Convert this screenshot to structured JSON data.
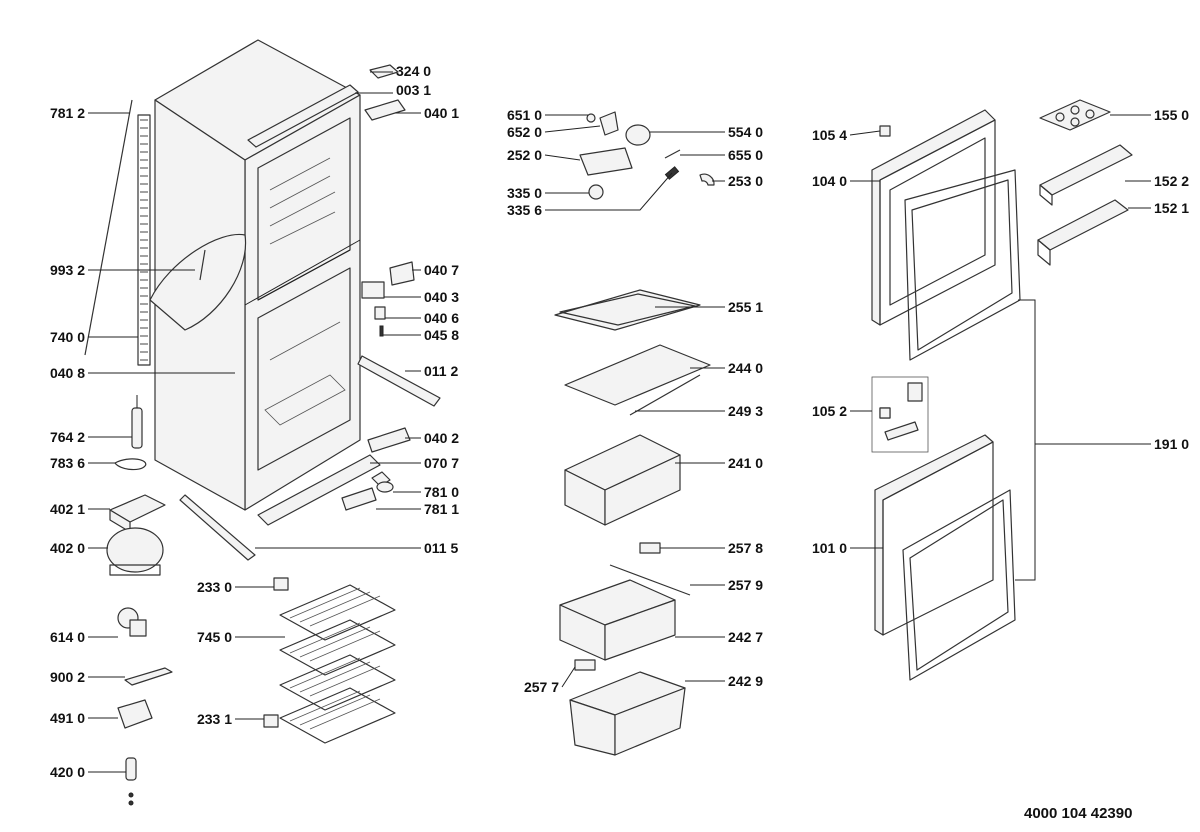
{
  "part_labels": [
    {
      "code": "324 0"
    },
    {
      "code": "003 1"
    },
    {
      "code": "040 1"
    },
    {
      "code": "781 2"
    },
    {
      "code": "993 2"
    },
    {
      "code": "740 0"
    },
    {
      "code": "040 8"
    },
    {
      "code": "764 2"
    },
    {
      "code": "783 6"
    },
    {
      "code": "402 1"
    },
    {
      "code": "402 0"
    },
    {
      "code": "614 0"
    },
    {
      "code": "900 2"
    },
    {
      "code": "491 0"
    },
    {
      "code": "420 0"
    },
    {
      "code": "040 7"
    },
    {
      "code": "040 3"
    },
    {
      "code": "040 6"
    },
    {
      "code": "045 8"
    },
    {
      "code": "011 2"
    },
    {
      "code": "040 2"
    },
    {
      "code": "070 7"
    },
    {
      "code": "781 0"
    },
    {
      "code": "781 1"
    },
    {
      "code": "011 5"
    },
    {
      "code": "233 0"
    },
    {
      "code": "745 0"
    },
    {
      "code": "233 1"
    },
    {
      "code": "651 0"
    },
    {
      "code": "652 0"
    },
    {
      "code": "252 0"
    },
    {
      "code": "335 0"
    },
    {
      "code": "335 6"
    },
    {
      "code": "554 0"
    },
    {
      "code": "655 0"
    },
    {
      "code": "253 0"
    },
    {
      "code": "255 1"
    },
    {
      "code": "244 0"
    },
    {
      "code": "249 3"
    },
    {
      "code": "241 0"
    },
    {
      "code": "257 8"
    },
    {
      "code": "257 9"
    },
    {
      "code": "242 7"
    },
    {
      "code": "257 7"
    },
    {
      "code": "242 9"
    },
    {
      "code": "105 4"
    },
    {
      "code": "104 0"
    },
    {
      "code": "105 2"
    },
    {
      "code": "101 0"
    },
    {
      "code": "155 0"
    },
    {
      "code": "152 2"
    },
    {
      "code": "152 1"
    },
    {
      "code": "191 0"
    }
  ],
  "document_number": "4000 104 42390"
}
